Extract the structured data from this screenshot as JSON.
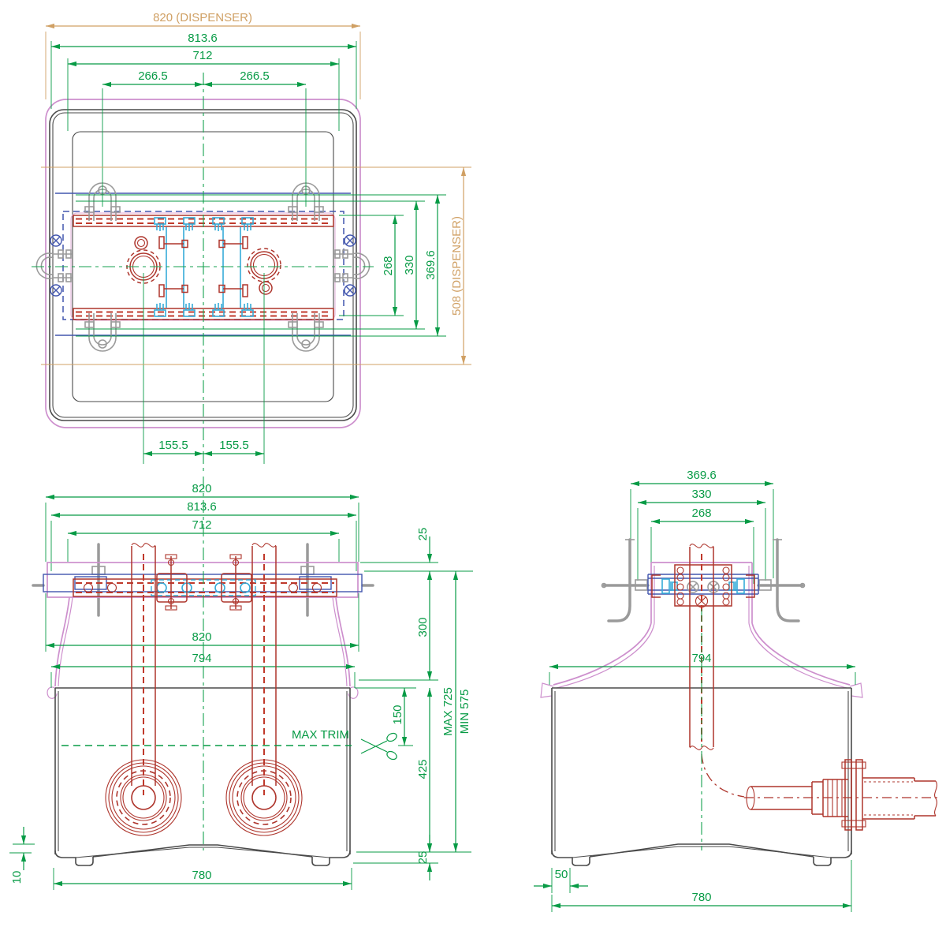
{
  "drawing": {
    "type": "technical-installation-drawing",
    "unit_hint": "mm"
  },
  "colors": {
    "dimension_green": "#089b46",
    "dispenser_tan": "#d0a064",
    "enclosure_pink": "#cd8fcd",
    "pipework_red": "#ae352c",
    "frame_blue": "#4256ae",
    "fitting_cyan": "#36acd8",
    "hardware_gray": "#9a9a9a",
    "panel_dark": "#4a4a4a"
  },
  "views": {
    "top": {
      "dims": {
        "dispenser_width": "820 (DISPENSER)",
        "overall_width": "813.6",
        "mount_width": "712",
        "left_offset": "266.5",
        "right_offset": "266.5",
        "inner_span": "268",
        "rail_span": "330",
        "bracket_span": "369.6",
        "dispenser_depth": "508 (DISPENSER)",
        "left_drain_offset": "155.5",
        "right_drain_offset": "155.5"
      }
    },
    "front": {
      "dims": {
        "dispenser_width": "820",
        "overall_width": "813.6",
        "mount_width": "712",
        "flange_drop": "25",
        "upper_height": "300",
        "tub_top_width": "820",
        "tub_rim_width": "794",
        "trim_depth": "150",
        "max_trim_label": "MAX TRIM",
        "lower_height": "425",
        "max_height": "MAX 725",
        "min_height": "MIN 575",
        "foot_height": "25",
        "base_width": "780",
        "base_rise": "10"
      }
    },
    "side": {
      "dims": {
        "bracket_span": "369.6",
        "rail_span": "330",
        "inner_span": "268",
        "rim_width": "794",
        "foot_inset": "50",
        "base_width": "780"
      }
    }
  }
}
